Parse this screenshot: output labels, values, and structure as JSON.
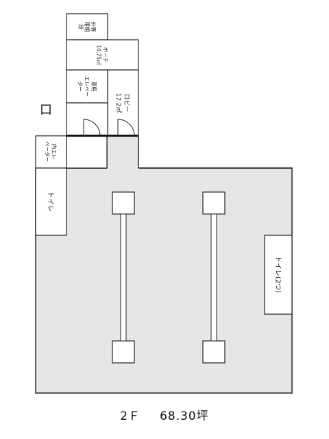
{
  "floor_plan": {
    "rooms": {
      "outdoor_unit": "外等\n用期\n段",
      "porch": "ポーチ\n10.75㎡",
      "dedicated_elevator": "専用\nエレベー\nター",
      "lobby": "ロビー\n17.2㎡",
      "mid_elevator": "内エレ\nベーター",
      "toilet_left": "トイレ",
      "toilet_right": "トイレ(2つ)"
    },
    "marker": "口"
  },
  "caption": {
    "floor": "2Ｆ",
    "area": "68.30坪"
  }
}
